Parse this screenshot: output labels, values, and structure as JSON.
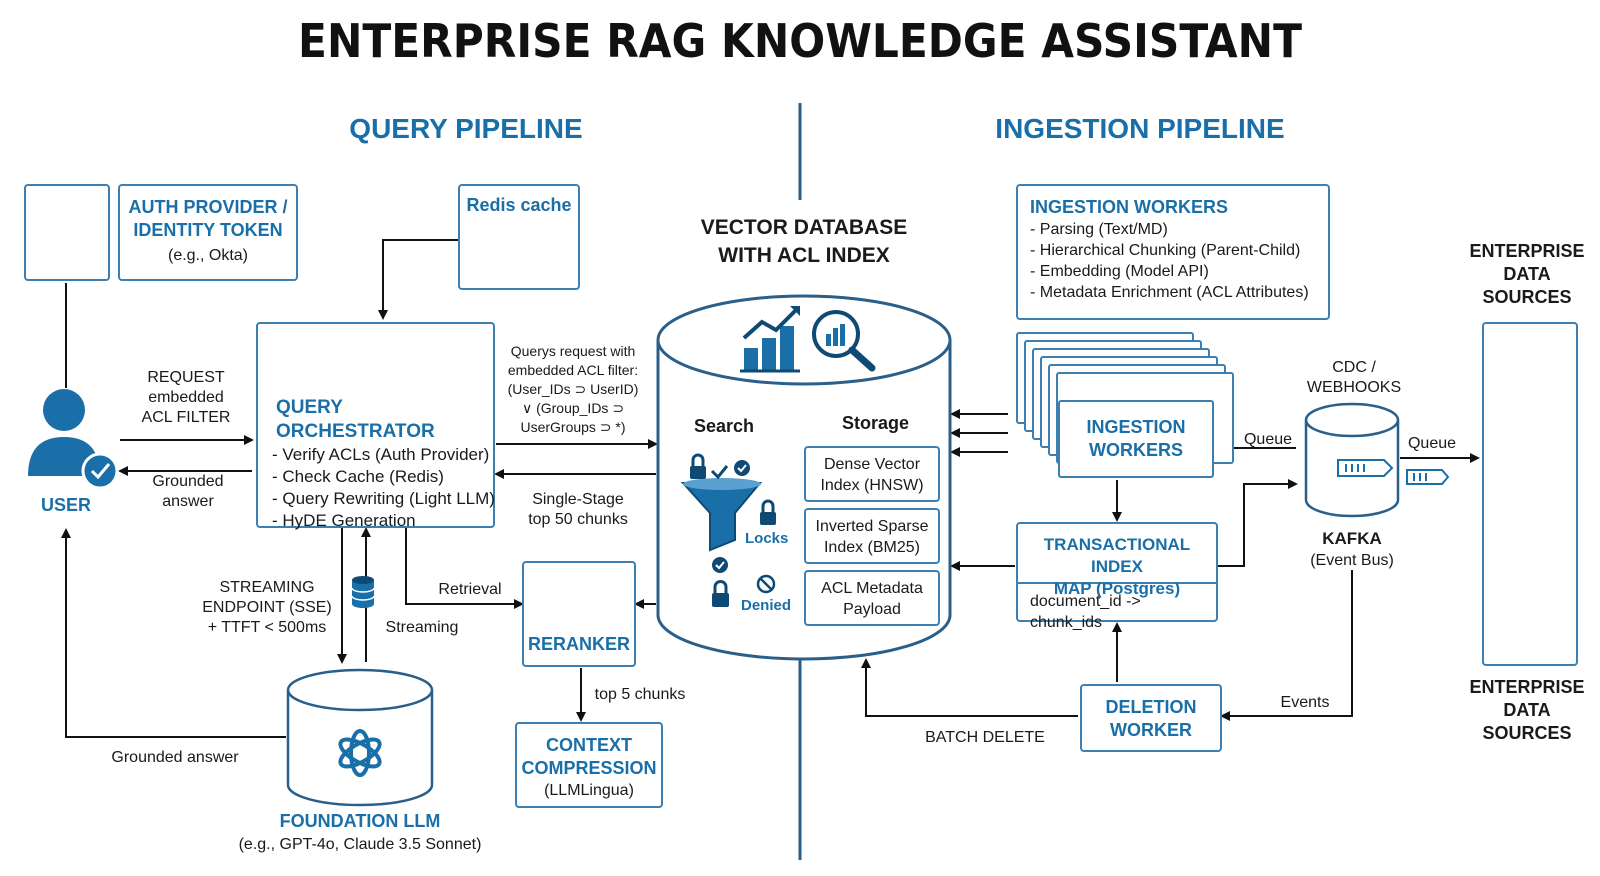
{
  "title": "ENTERPRISE RAG KNOWLEDGE ASSISTANT",
  "sections": {
    "query": "QUERY PIPELINE",
    "ingestion": "INGESTION PIPELINE"
  },
  "user": {
    "label": "USER"
  },
  "auth": {
    "title_line1": "AUTH PROVIDER /",
    "title_line2": "IDENTITY TOKEN",
    "subtitle": "(e.g., Okta)"
  },
  "redis": {
    "label": "Redis cache"
  },
  "orchestrator": {
    "title": "QUERY ORCHESTRATOR",
    "items": [
      "- Verify ACLs (Auth Provider)",
      "- Check Cache (Redis)",
      "- Query Rewriting (Light LLM)",
      "- HyDE Generation"
    ]
  },
  "labels": {
    "request": [
      "REQUEST",
      "embedded",
      "ACL FILTER"
    ],
    "grounded_answer_user": [
      "Grounded",
      "answer"
    ],
    "query_request": [
      "Querys request with",
      "embedded ACL filter:",
      "(User_IDs ⊃ UserID)",
      "∨ (Group_IDs ⊃",
      "UserGroups ⊃ *)"
    ],
    "single_stage": [
      "Single-Stage",
      "top 50 chunks"
    ],
    "streaming_endpoint": [
      "STREAMING",
      "ENDPOINT (SSE)",
      "+ TTFT < 500ms"
    ],
    "streaming": "Streaming",
    "retrieval": "Retrieval",
    "top5": "top 5 chunks",
    "grounded_answer_llm": "Grounded answer",
    "queue_left": "Queue",
    "queue_right": "Queue",
    "cdc": [
      "CDC /",
      "WEBHOOKS"
    ],
    "events": "Events",
    "batch_delete": "BATCH DELETE"
  },
  "vector_db": {
    "title_line1": "VECTOR DATABASE",
    "title_line2": "WITH ACL INDEX",
    "search": "Search",
    "storage": "Storage",
    "locks": "Locks",
    "denied": "Denied",
    "storage_items": [
      [
        "Dense Vector",
        "Index (HNSW)"
      ],
      [
        "Inverted Sparse",
        "Index (BM25)"
      ],
      [
        "ACL Metadata",
        "Payload"
      ]
    ]
  },
  "reranker": {
    "label": "RERANKER"
  },
  "context": {
    "line1": "CONTEXT",
    "line2": "COMPRESSION",
    "sub": "(LLMLingua)"
  },
  "llm": {
    "title": "FOUNDATION LLM",
    "sub": "(e.g., GPT-4o, Claude 3.5 Sonnet)"
  },
  "ingestion_workers_panel": {
    "title": "INGESTION WORKERS",
    "items": [
      {
        "bold": "Parsing",
        "rest": " (Text/MD)"
      },
      {
        "bold": "Hierarchical Chunking",
        "rest": " (Parent-Child)"
      },
      {
        "bold": "Embedding",
        "rest": " (Model API)"
      },
      {
        "bold": "Metadata Enrichment",
        "rest": " (ACL Attributes)"
      }
    ]
  },
  "workers_stack": {
    "line1": "INGESTION",
    "line2": "WORKERS"
  },
  "tx_index": {
    "line1": "TRANSACTIONAL INDEX",
    "line2": "MAP (Postgres)",
    "mapping": "document_id -> chunk_ids"
  },
  "deletion": {
    "line1": "DELETION",
    "line2": "WORKER"
  },
  "kafka": {
    "title": "KAFKA",
    "sub": "(Event Bus)"
  },
  "sources": {
    "top": [
      "ENTERPRISE",
      "DATA",
      "SOURCES"
    ],
    "bottom": [
      "ENTERPRISE",
      "DATA",
      "SOURCES"
    ]
  },
  "colors": {
    "primary": "#1a6fa8",
    "border": "#3b7fb3",
    "dark": "#111111"
  }
}
